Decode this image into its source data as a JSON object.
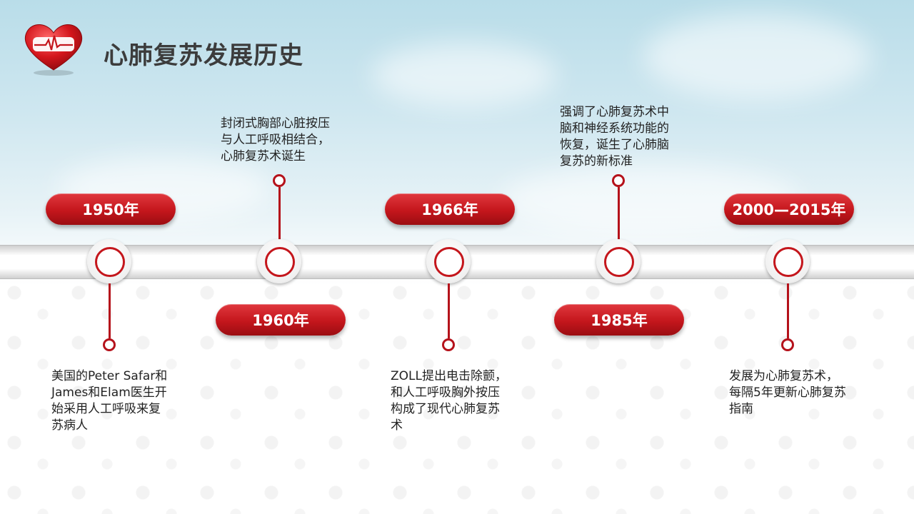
{
  "header": {
    "title": "心肺复苏发展历史"
  },
  "timeline": [
    {
      "year": "1950年",
      "description": [
        "美国的Peter Safar和",
        "James和Elam医生开",
        "始采用人工呼吸来复",
        "苏病人"
      ]
    },
    {
      "year": "1960年",
      "description": [
        "封闭式胸部心脏按压",
        "与人工呼吸相结合，",
        "心肺复苏术诞生"
      ]
    },
    {
      "year": "1966年",
      "description": [
        "ZOLL提出电击除颤，",
        "和人工呼吸胸外按压",
        "构成了现代心肺复苏",
        "术"
      ]
    },
    {
      "year": "1985年",
      "description": [
        "强调了心肺复苏术中",
        "脑和神经系统功能的",
        "恢复，诞生了心肺脑",
        "复苏的新标准"
      ]
    },
    {
      "year": "2000—2015年",
      "description": [
        "发展为心肺复苏术，",
        "每隔5年更新心肺复苏",
        "指南"
      ]
    }
  ],
  "colors": {
    "accent": "#c4161c",
    "title": "#3c3c3c"
  },
  "icons": {
    "logo": "heart-ecg-icon"
  }
}
